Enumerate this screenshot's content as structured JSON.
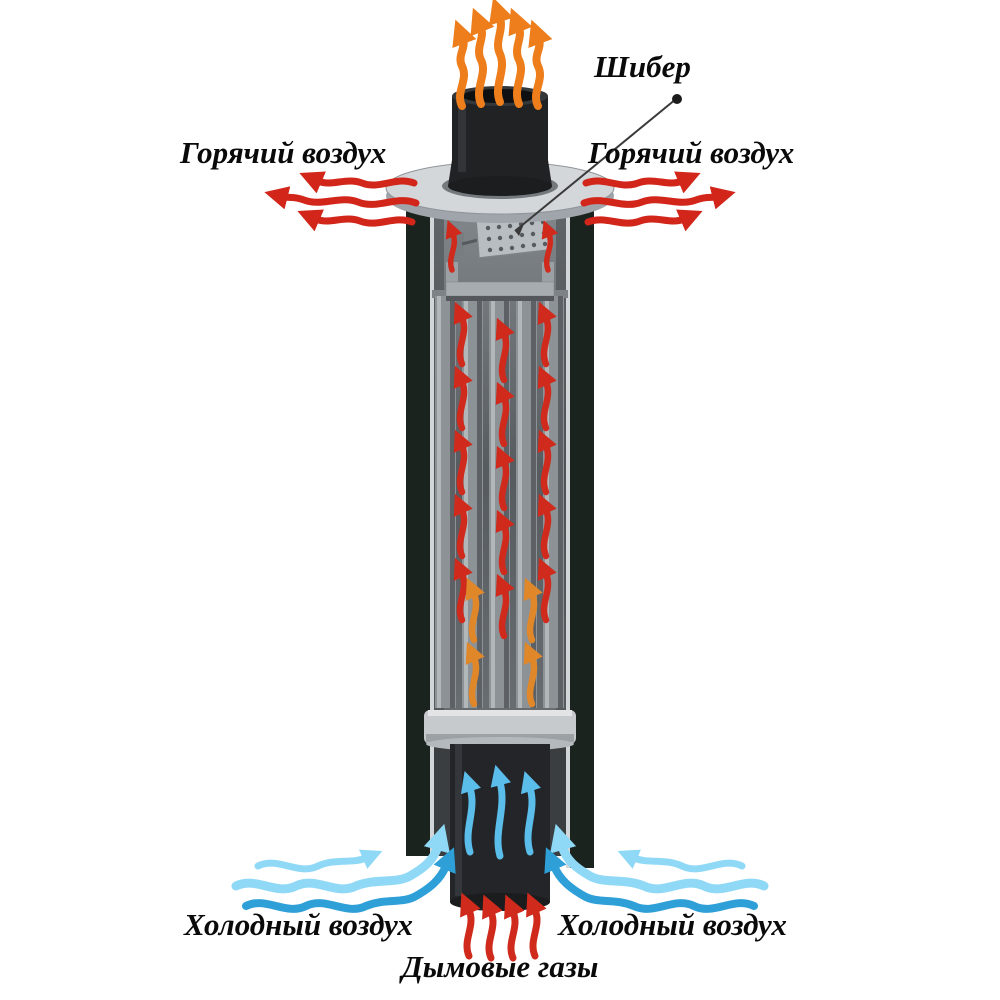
{
  "diagram": {
    "labels": {
      "damper": "Шибер",
      "hot_air_left": "Горячий воздух",
      "hot_air_right": "Горячий воздух",
      "cold_air_left": "Холодный воздух",
      "cold_air_right": "Холодный воздух",
      "flue_gases": "Дымовые газы"
    },
    "colors": {
      "hot_air_arrow": "#d2261a",
      "flame_arrow": "#ee7d1b",
      "warm_air_arrow": "#e0872a",
      "cold_air_light": "#8fd9f7",
      "cold_air_medium": "#5bbdea",
      "cold_air_dark": "#2f9fd8",
      "pipe_dark": "#202224",
      "casing_dark_green": "#1a231d",
      "flange_gray": "#d4d7da"
    }
  }
}
